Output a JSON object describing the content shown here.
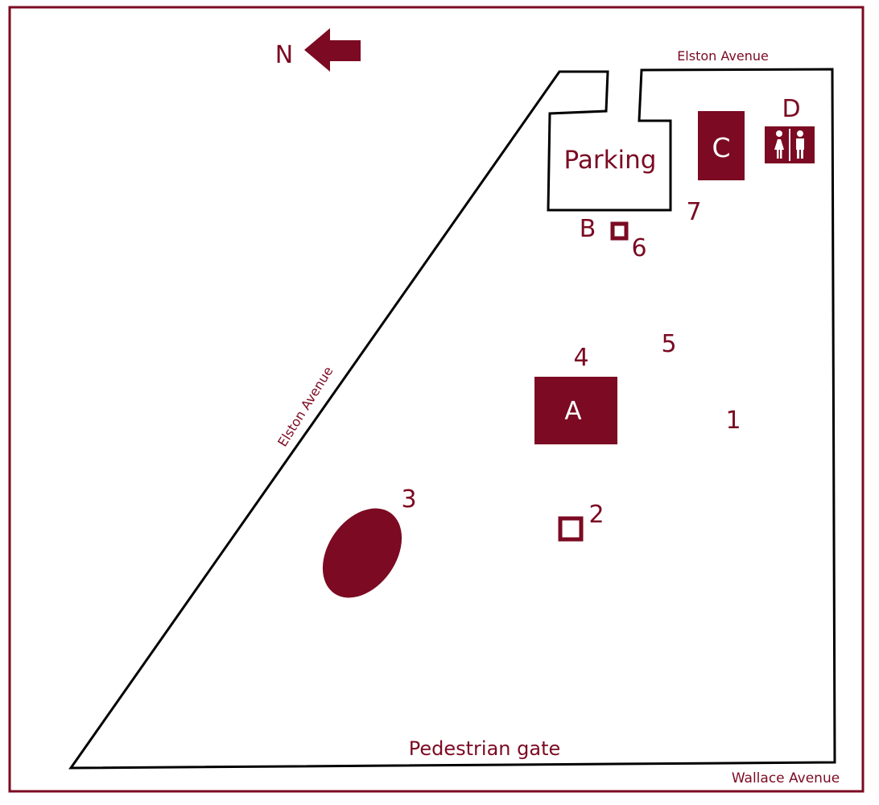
{
  "colors": {
    "accent": "#7b0a22",
    "outline": "#000000",
    "background": "#ffffff"
  },
  "compass": {
    "label": "N",
    "icon": "arrow-left-icon"
  },
  "streets": {
    "top": "Elston Avenue",
    "diagonal": "Elston Avenue",
    "bottom_right": "Wallace Avenue"
  },
  "areas": {
    "parking": "Parking",
    "pedestrian_gate": "Pedestrian gate"
  },
  "buildings": {
    "a": "A",
    "b": "B",
    "c": "C",
    "d": "D"
  },
  "markers": [
    "1",
    "2",
    "3",
    "4",
    "5",
    "6",
    "7"
  ],
  "restroom_icon": "restroom-icon"
}
